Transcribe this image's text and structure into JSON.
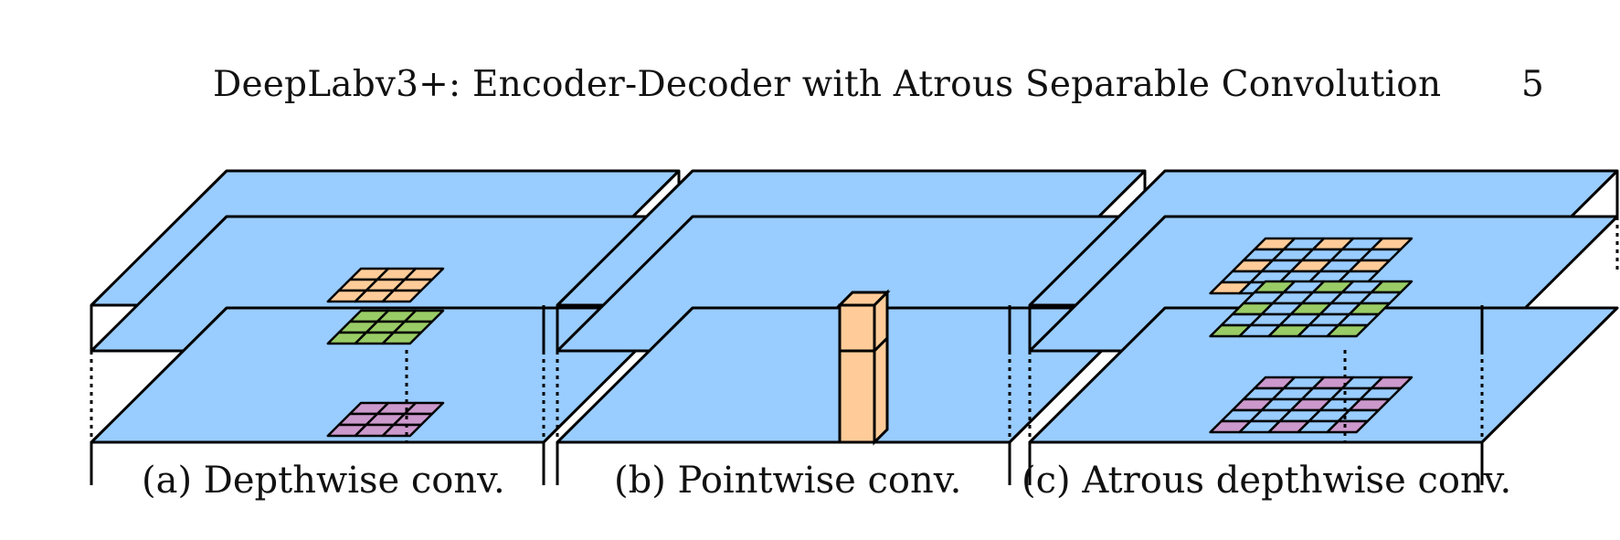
{
  "header": {
    "running_title": "DeepLabv3+: Encoder-Decoder with Atrous Separable Convolution",
    "page_number": "5"
  },
  "figure": {
    "colors": {
      "plane": "#99ccff",
      "orange": "#ffcc99",
      "green": "#99cc66",
      "purple": "#cc99cc",
      "stroke": "#000000"
    },
    "panels": [
      {
        "caption": "(a) Depthwise conv."
      },
      {
        "caption": "(b) Pointwise conv."
      },
      {
        "caption": "(c) Atrous depthwise conv."
      }
    ]
  }
}
